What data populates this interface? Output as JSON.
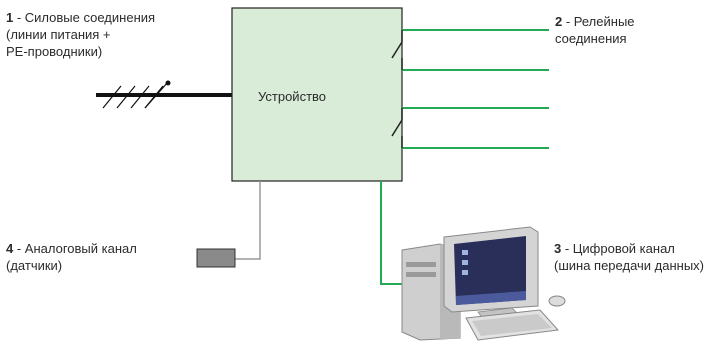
{
  "device": {
    "label": "Устройство"
  },
  "connections": {
    "power": {
      "number": "1",
      "line1_text": " - Силовые соединения",
      "line2": "(линии питания +",
      "line3": "PE-проводники)"
    },
    "relay": {
      "number": "2",
      "line1_text": " - Релейные",
      "line2": "соединения"
    },
    "digital": {
      "number": "3",
      "line1_text": " - Цифровой канал",
      "line2": "(шина передачи данных)"
    },
    "analog": {
      "number": "4",
      "line1_text": " - Аналоговый канал",
      "line2": "(датчики)"
    }
  },
  "colors": {
    "device_fill": "#d8ecd8",
    "device_stroke": "#222222",
    "relay_line": "#22aa55",
    "digital_line": "#22aa55",
    "analog_line": "#999999",
    "power_line": "#111111",
    "sensor_fill": "#8a8a8a"
  },
  "icons": {
    "computer": "desktop-computer-icon",
    "sensor": "sensor-icon",
    "relay_switch": "relay-switch-icon"
  }
}
